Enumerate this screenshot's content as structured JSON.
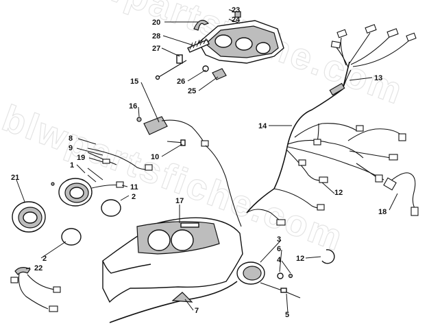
{
  "watermark": {
    "line1": "blwpartsfiche.com",
    "line2": "blwpartsfiche.com"
  },
  "callouts": {
    "c1": "1",
    "c2a": "2",
    "c2b": "2",
    "c3": "3",
    "c4": "4",
    "c5": "5",
    "c6": "6",
    "c7": "7",
    "c8": "8",
    "c9": "9",
    "c10": "10",
    "c11": "11",
    "c12a": "12",
    "c12b": "12",
    "c13": "13",
    "c14": "14",
    "c15": "15",
    "c16": "16",
    "c17": "17",
    "c18": "18",
    "c19": "19",
    "c20": "20",
    "c21": "21",
    "c22": "22",
    "c23": "23",
    "c24": "24",
    "c25": "25",
    "c26": "26",
    "c27": "27",
    "c28": "28"
  },
  "colors": {
    "ink": "#111111",
    "shade": "#bdbdbd",
    "watermark": "#e4e4e4"
  }
}
